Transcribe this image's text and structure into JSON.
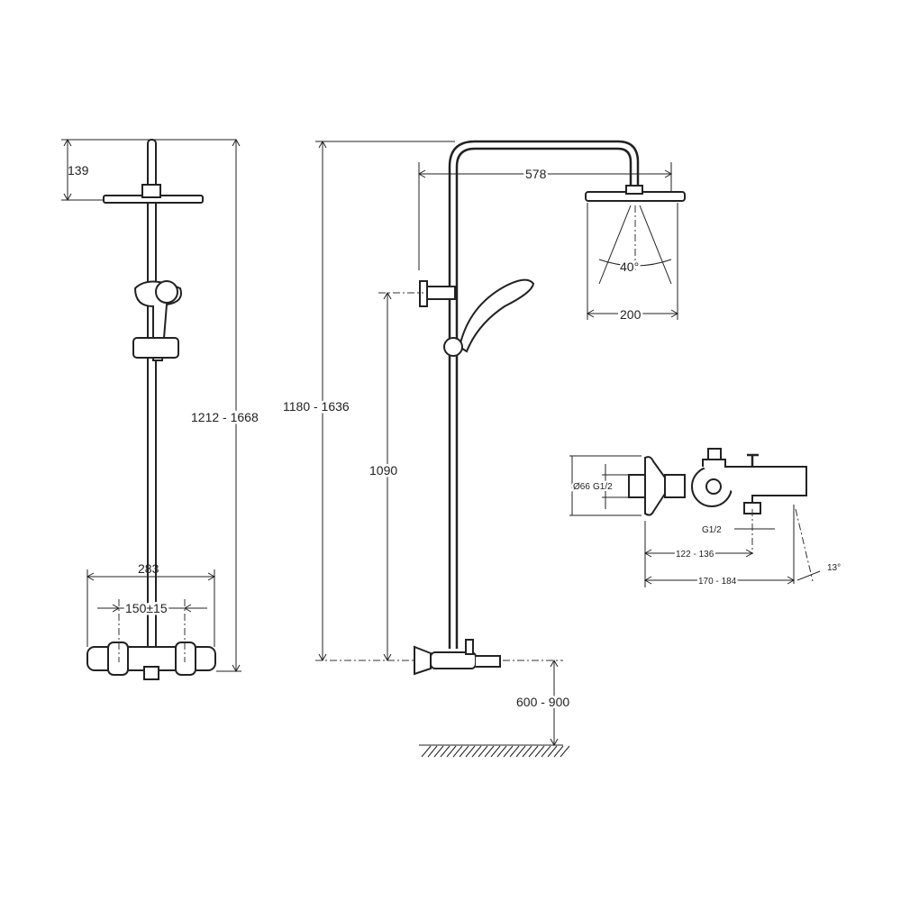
{
  "dimensions": {
    "head_drop": "139",
    "total_height_left": "1212 - 1668",
    "total_height_mid": "1180 - 1636",
    "arm_reach": "578",
    "spray_angle": "40°",
    "head_diameter": "200",
    "mixer_height": "1090",
    "floor_to_mixer": "600 - 900",
    "mixer_width": "283",
    "inlet_spacing": "150±15",
    "flange_diameter": "Ø66",
    "inlet_thread": "G1/2",
    "outlet_thread": "G1/2",
    "outlet_distance": "122 - 136",
    "spout_length": "170 - 184",
    "spout_angle": "13°"
  }
}
